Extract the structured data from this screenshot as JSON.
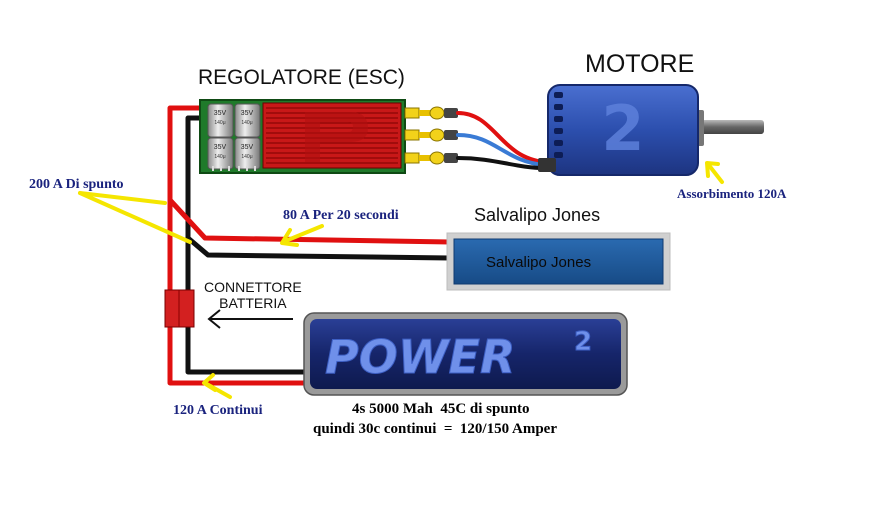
{
  "labels": {
    "esc_title": "REGOLATORE (ESC)",
    "motor_title": "MOTORE",
    "receiver_title": "Salvalipo Jones",
    "receiver_box": "Salvalipo Jones",
    "connector": "CONNETTORE\nBATTERIA",
    "burst_current": "200 A Di spunto",
    "receiver_current": "80 A Per 20 secondi",
    "motor_current": "Assorbimento 120A",
    "continuous_current": "120 A Continui",
    "battery_spec_line1": "4s 5000 Mah  45C di spunto",
    "battery_spec_line2": "quindi 30c continui  =  120/150 Amper"
  },
  "battery": {
    "brand": "POWER",
    "superscript": "2"
  },
  "motor_badge": "2",
  "capacitors": [
    {
      "voltage": "35V",
      "cap": "140μ"
    },
    {
      "voltage": "35V",
      "cap": "140μ"
    },
    {
      "voltage": "35V",
      "cap": "140μ"
    },
    {
      "voltage": "35V",
      "cap": "140μ"
    }
  ],
  "colors": {
    "wire_red": "#e01010",
    "wire_black": "#111111",
    "wire_blue": "#3a7bd5",
    "annotation_yellow": "#f5e600",
    "annotation_text": "#1a237e",
    "esc_board": "#1f7a2a",
    "esc_heatsink": "#c81818",
    "motor_can": "#2c4fae",
    "receiver_box": "#1f5a9c",
    "battery_box": "#1c2f7a",
    "connector": "#d32020",
    "bullet_connector": "#f2d21a"
  }
}
